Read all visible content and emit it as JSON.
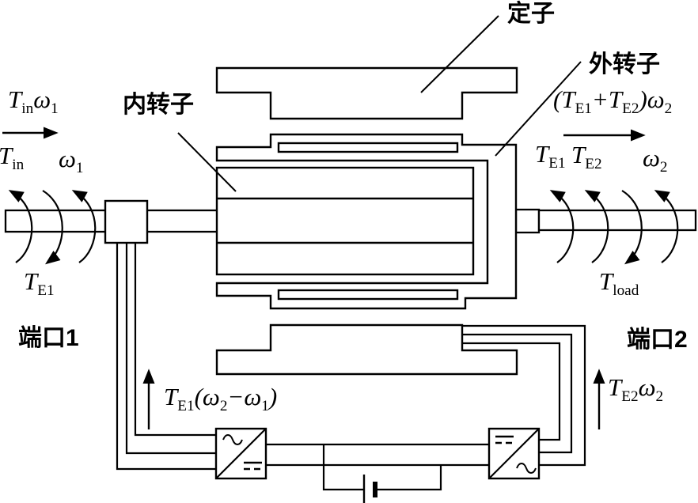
{
  "figure": {
    "bg": "#ffffff",
    "ink": "#000000"
  },
  "labels": {
    "stator": "定子",
    "inner_rotor": "内转子",
    "outer_rotor": "外转子",
    "port1": "端口1",
    "port2": "端口2"
  },
  "math": {
    "input_power": "T_{in}ω_{1}",
    "input_torque": "T_{in}",
    "input_speed": "ω_{1}",
    "em_torque1_left": "T_{E1}",
    "output_power": "(T_{E1}+T_{E2})ω_{2}",
    "em_torque1_right": "T_{E1}",
    "em_torque2_right": "T_{E2}",
    "output_speed": "ω_{2}",
    "load_torque": "T_{load}",
    "slip_power": "T_{E1}(ω_{2}−ω_{1})",
    "stator_power": "T_{E2}ω_{2}"
  },
  "symbols": {
    "converter1": {
      "top_left": "ac-wave",
      "bottom_right": "dc-lines"
    },
    "converter2": {
      "top_left": "dc-lines",
      "bottom_right": "ac-wave"
    },
    "battery": "battery-cell"
  }
}
